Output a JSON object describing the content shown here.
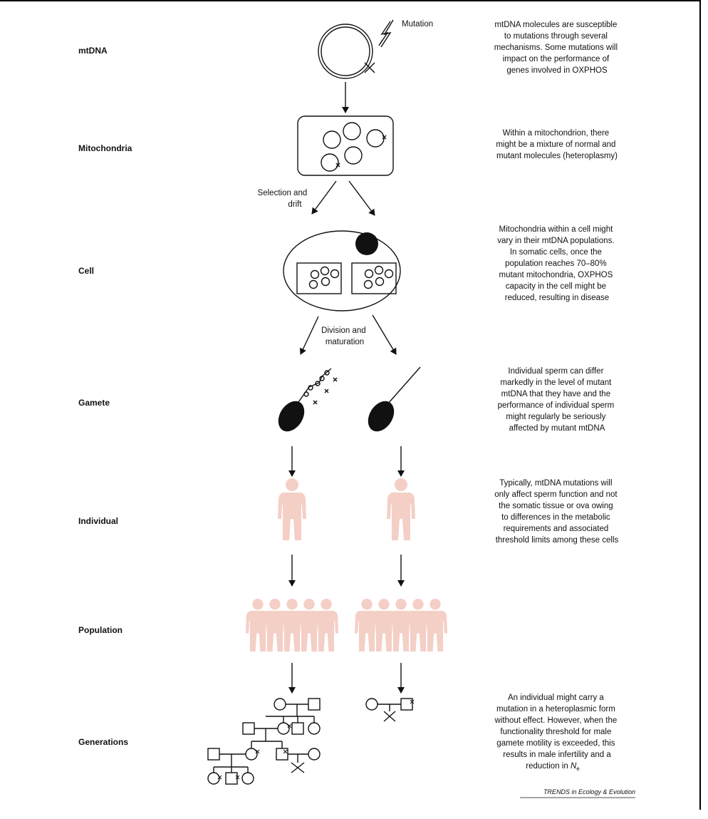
{
  "levels": [
    {
      "label": "mtDNA",
      "description": [
        "mtDNA molecules are susceptible",
        "to mutations through several",
        "mechanisms. Some mutations will",
        "impact on the performance of",
        "genes involved in OXPHOS"
      ]
    },
    {
      "label": "Mitochondria",
      "description": [
        "Within a mitochondrion, there",
        "might be a mixture of normal and",
        "mutant molecules (heteroplasmy)"
      ]
    },
    {
      "label": "Cell",
      "description": [
        "Mitochondria within a cell might",
        "vary in their mtDNA populations.",
        "In somatic cells, once the",
        "population reaches 70–80%",
        "mutant mitochondria,  OXPHOS",
        "capacity in the cell might be",
        "reduced, resulting in disease"
      ]
    },
    {
      "label": "Gamete",
      "description": [
        "Individual sperm can differ",
        "markedly in the level of mutant",
        "mtDNA that they have and the",
        "performance of individual sperm",
        "might regularly be seriously",
        "affected by mutant mtDNA"
      ]
    },
    {
      "label": "Individual",
      "description": [
        "Typically, mtDNA mutations will",
        "only affect sperm function and not",
        "the somatic tissue or ova owing",
        "to differences in the metabolic",
        "requirements and associated",
        "threshold limits among these cells"
      ]
    },
    {
      "label": "Population",
      "description": []
    },
    {
      "label": "Generations",
      "description": [
        "An individual might carry a",
        "mutation in a heteroplasmic form",
        "without effect. However, when the",
        "functionality threshold for male",
        "gamete motility is exceeded, this",
        "results in male infertility and a"
      ]
    }
  ],
  "generations_last_line_prefix": "reduction in ",
  "generations_last_line_symbol": "N",
  "generations_last_line_subscript": "e",
  "diagram_labels": {
    "mutation": "Mutation",
    "selection_line1": "Selection and",
    "selection_line2": "drift",
    "division_line1": "Division and",
    "division_line2": "maturation"
  },
  "credit": "TRENDS in Ecology & Evolution",
  "colors": {
    "figure_silhouette": "#f4cfc6",
    "ink": "#111111"
  }
}
